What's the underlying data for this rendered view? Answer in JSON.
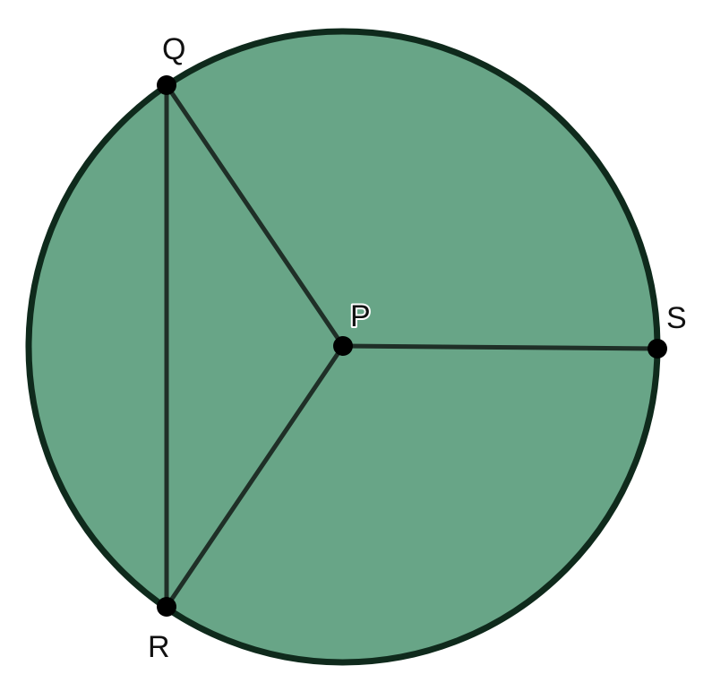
{
  "colors": {
    "disk_fill": "#68a587",
    "disk_stroke": "#0f2a1c",
    "segment_stroke": "#1f2f27",
    "point_fill": "#000000"
  },
  "points": {
    "P": {
      "label": "P"
    },
    "Q": {
      "label": "Q"
    },
    "R": {
      "label": "R"
    },
    "S": {
      "label": "S"
    }
  },
  "segments": [
    [
      "P",
      "Q"
    ],
    [
      "P",
      "R"
    ],
    [
      "Q",
      "R"
    ],
    [
      "P",
      "S"
    ]
  ]
}
